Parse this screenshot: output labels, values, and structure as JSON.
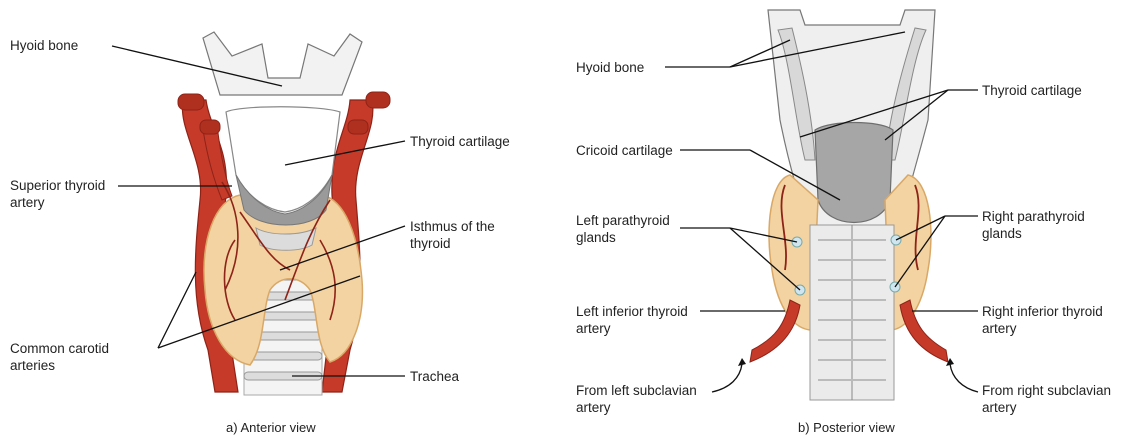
{
  "colors": {
    "artery": "#c63a2a",
    "artery_dark": "#8e2317",
    "gland": "#f3d3a1",
    "gland_edge": "#d9a867",
    "cartilage": "#eeeeee",
    "cartilage_dark": "#9a9a9a",
    "leader": "#111111"
  },
  "anterior": {
    "caption": "a) Anterior view",
    "labels": {
      "hyoid": "Hyoid bone",
      "thyroid_cartilage": "Thyroid cartilage",
      "superior_thyroid": [
        "Superior thyroid",
        "artery"
      ],
      "isthmus": [
        "Isthmus of the",
        "thyroid"
      ],
      "common_carotid": [
        "Common carotid",
        "arteries"
      ],
      "trachea": "Trachea"
    }
  },
  "posterior": {
    "caption": "b) Posterior view",
    "labels": {
      "hyoid": "Hyoid bone",
      "thyroid_cartilage": "Thyroid cartilage",
      "cricoid": "Cricoid cartilage",
      "left_parathyroid": [
        "Left parathyroid",
        "glands"
      ],
      "right_parathyroid": [
        "Right parathyroid",
        "glands"
      ],
      "left_inferior": [
        "Left inferior thyroid",
        "artery"
      ],
      "right_inferior": [
        "Right inferior thyroid",
        "artery"
      ],
      "from_left": [
        "From left subclavian",
        "artery"
      ],
      "from_right": [
        "From right subclavian",
        "artery"
      ]
    }
  }
}
